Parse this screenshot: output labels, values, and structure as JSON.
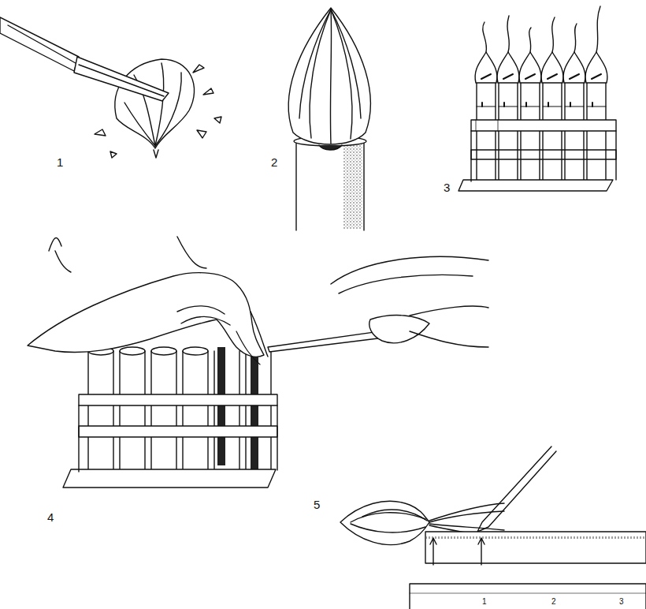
{
  "diagram": {
    "labels": [
      "1",
      "2",
      "3",
      "4",
      "5",
      "1",
      "2",
      "3"
    ]
  }
}
